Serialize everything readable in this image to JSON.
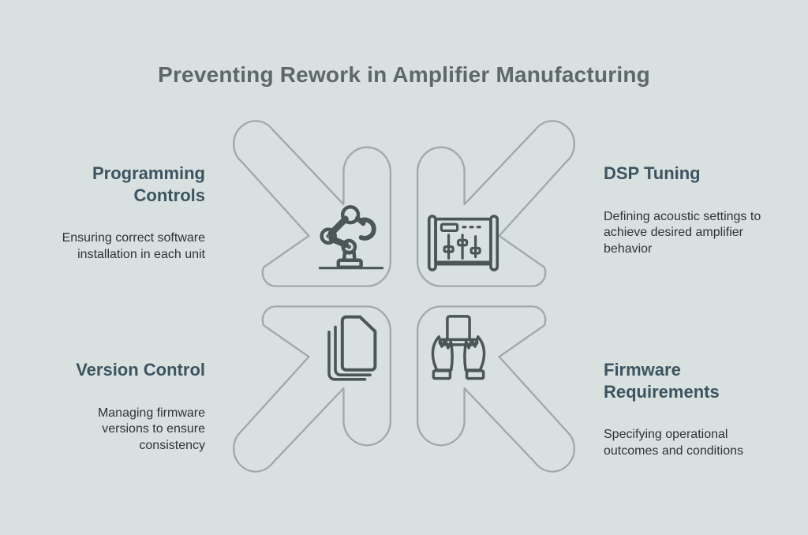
{
  "title": "Preventing Rework in Amplifier Manufacturing",
  "quadrants": {
    "top_left": {
      "heading": "Programming\nControls",
      "description": "Ensuring correct software\ninstallation in each unit",
      "icon": "robot-arm-icon"
    },
    "top_right": {
      "heading": "DSP Tuning",
      "description": "Defining acoustic settings to\nachieve desired amplifier\nbehavior",
      "icon": "dsp-mixer-icon"
    },
    "bottom_left": {
      "heading": "Version Control",
      "description": "Managing firmware\nversions to ensure\nconsistency",
      "icon": "documents-stack-icon"
    },
    "bottom_right": {
      "heading": "Firmware\nRequirements",
      "description": "Specifying operational\noutcomes and conditions",
      "icon": "hands-holding-hat-icon"
    }
  },
  "colors": {
    "background": "#d9e1e0",
    "title_text": "#5e6769",
    "heading_text": "#3c5460",
    "body_text": "#2d3437",
    "arrow_stroke": "#9fa9a8",
    "icon_stroke": "#4b5658"
  }
}
